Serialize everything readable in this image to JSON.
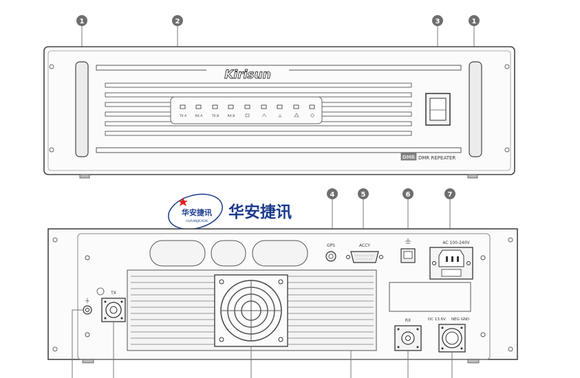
{
  "callouts": {
    "front_handle_left": "1",
    "front_leds": "2",
    "front_power": "3",
    "front_handle_right": "1",
    "rear_gps": "4",
    "rear_accy": "5",
    "rear_ethernet": "6",
    "rear_ac": "7"
  },
  "front": {
    "brand": "Kirisun",
    "leds": [
      "TX A",
      "RX A",
      "TX B",
      "RX B",
      "",
      "",
      "",
      "",
      ""
    ],
    "model_badge": "DMR",
    "model_text": "DMR REPEATER"
  },
  "rear": {
    "gps_label": "GPS",
    "accy_label": "ACCY",
    "ac_label": "AC 100-240V",
    "tx_label": "TX",
    "rx_label": "RX",
    "dc_label": "DC 13.6V",
    "neg_gnd_label": "NEG GND"
  },
  "watermark": {
    "logo_text": "华安捷讯",
    "logo_subtext": "HUAANJIEXUN",
    "big_text": "华安捷讯",
    "accent_color": "#1a3a8c",
    "star_color": "#e02020"
  },
  "colors": {
    "line": "#555555",
    "callout_fill": "#6e6e6e"
  }
}
